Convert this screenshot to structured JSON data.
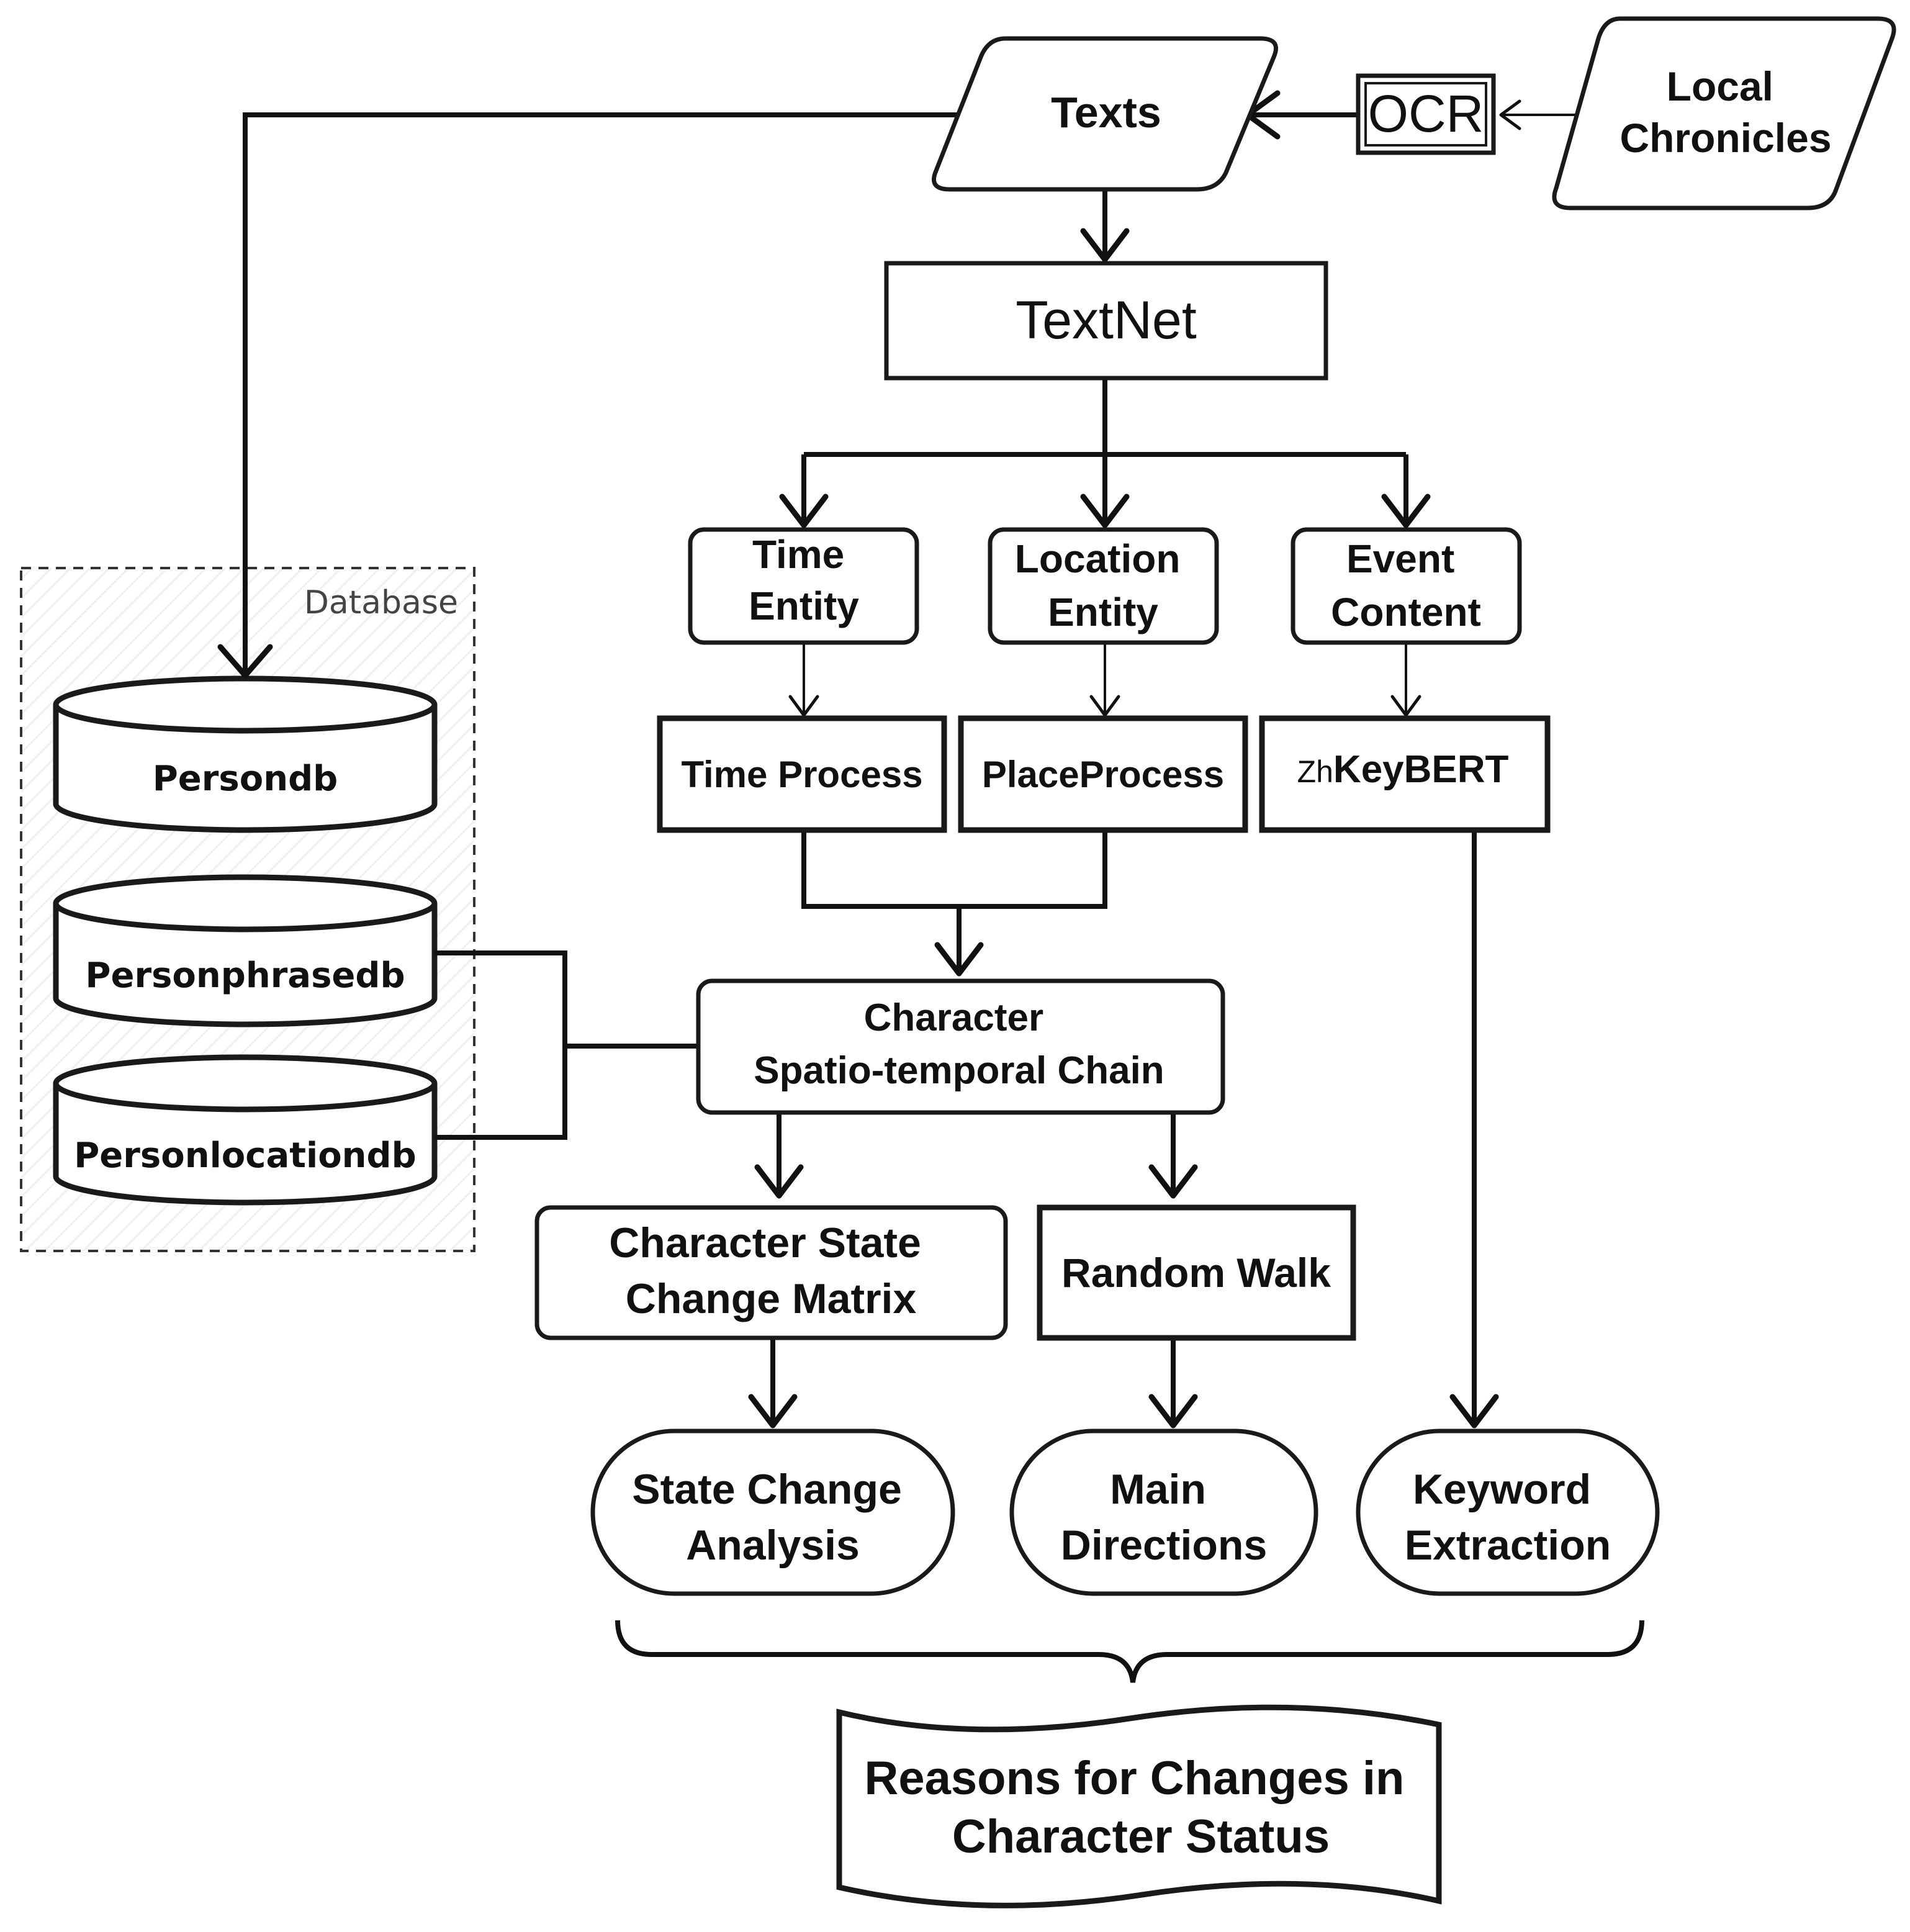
{
  "nodes": {
    "local_chronicles": [
      "Local",
      "Chronicles"
    ],
    "ocr": "OCR",
    "texts": "Texts",
    "textnet": "TextNet",
    "time_entity": [
      "Time",
      "Entity"
    ],
    "location_entity": [
      "Location",
      "Entity"
    ],
    "event_content": [
      "Event",
      "Content"
    ],
    "time_process": "Time Process",
    "place_process": "PlaceProcess",
    "zhkeybert": {
      "prefix": "Zh",
      "main": "KeyBERT"
    },
    "chain": [
      "Character",
      "Spatio-temporal Chain"
    ],
    "state_matrix": [
      "Character State",
      "Change Matrix"
    ],
    "random_walk": "Random Walk",
    "state_analysis": [
      "State Change",
      "Analysis"
    ],
    "main_directions": [
      "Main",
      "Directions"
    ],
    "keyword_extraction": [
      "Keyword",
      "Extraction"
    ],
    "reasons": [
      "Reasons for Changes in",
      "Character Status"
    ]
  },
  "database": {
    "label": "Database",
    "items": [
      "Persondb",
      "Personphrasedb",
      "Personlocationdb"
    ]
  }
}
